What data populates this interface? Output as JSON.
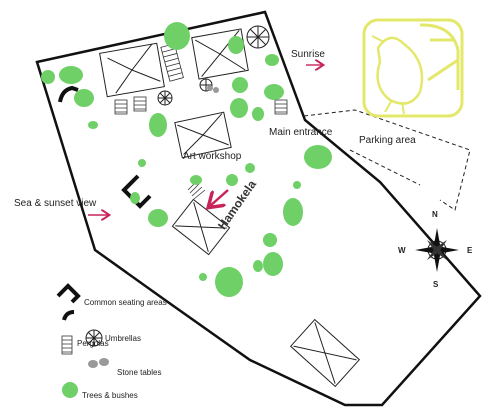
{
  "labels": {
    "sunrise": "Sunrise",
    "parking": "Parking area",
    "main_entrance": "Main entrance",
    "art_workshop": "Art workshop",
    "hamokela": "Hamokela",
    "sea_sunset": "Sea & sunset view"
  },
  "legend": {
    "seating": "Common seating areas",
    "pergolas": "Pergolas",
    "umbrellas": "Umbrellas",
    "stone_tables": "Stone tables",
    "trees": "Trees & bushes"
  },
  "compass": {
    "n": "N",
    "s": "S",
    "e": "E",
    "w": "W"
  },
  "colors": {
    "tree": "#6fd067",
    "arrow": "#c8245a",
    "logo": "#e4e86a",
    "outline": "#111111",
    "stone": "#999999"
  },
  "icons": [
    "seating-icon",
    "pergola-icon",
    "umbrella-icon",
    "stone-table-icon",
    "tree-icon",
    "compass-rose-icon",
    "bird-logo-icon"
  ]
}
